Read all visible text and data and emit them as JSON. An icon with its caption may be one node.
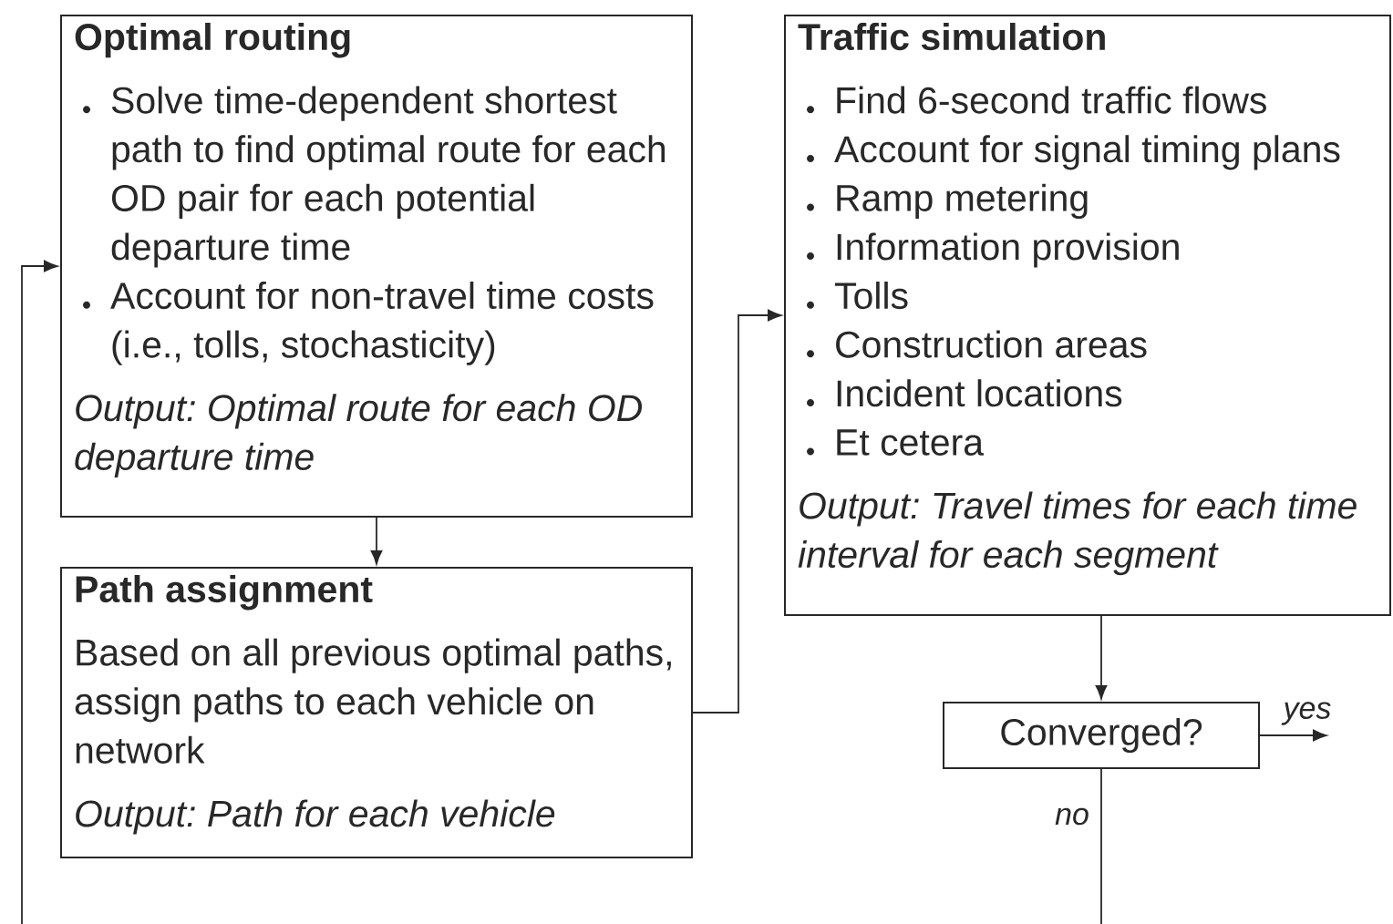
{
  "diagram": {
    "nodes": [
      {
        "text": [
          "Optimal routing",
          "Solve time-dependent shortest path to find optimal route for each OD pair for each potential departure time",
          "Account for non-travel time costs (i.e., tolls, stochasticity)",
          "Output: Optimal route for each OD departure time"
        ]
      },
      {
        "text": [
          "Path assignment",
          "Based on all previous optimal paths, assign paths to each vehicle on network",
          "Output: Path for each vehicle"
        ]
      },
      {
        "text": [
          "Traffic simulation",
          "Find 6-second traffic flows",
          "Account for signal timing plans",
          "Ramp metering",
          "Information provision",
          "Tolls",
          "Construction areas",
          "Incident locations",
          "Et cetera",
          "Output: Travel times for each time interval for each segment"
        ]
      },
      {
        "text": [
          "Converged?"
        ]
      }
    ],
    "edges": [
      {
        "from": 0,
        "to": 1,
        "arrow": "to"
      },
      {
        "from": 1,
        "to": 2,
        "arrow": "to"
      },
      {
        "from": 2,
        "to": 3,
        "arrow": "to"
      },
      {
        "from": 3,
        "to": null,
        "arrow": "to",
        "label": "yes"
      },
      {
        "from": 3,
        "to": null,
        "arrow": "none",
        "label": "no"
      },
      {
        "from": null,
        "to": 0,
        "arrow": "to"
      }
    ]
  }
}
